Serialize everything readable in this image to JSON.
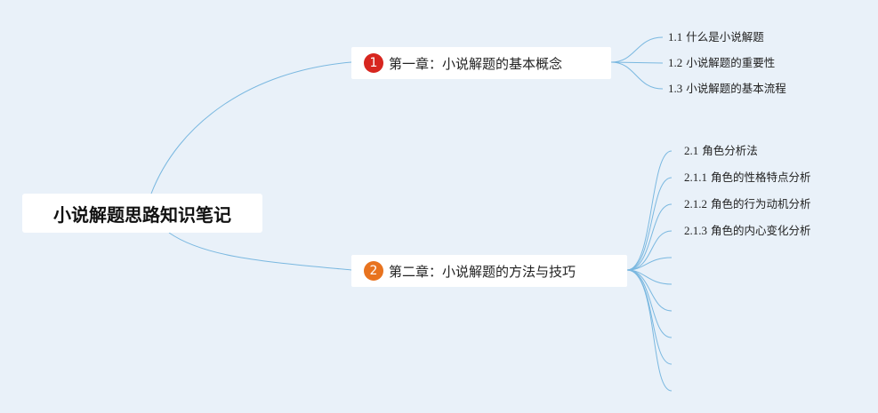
{
  "root": {
    "title": "小说解题思路知识笔记"
  },
  "colors": {
    "background": "#e9f1f9",
    "connector": "#7ab8e0",
    "badge_1": "#d7261f",
    "badge_2": "#e8731f"
  },
  "chapters": [
    {
      "number": "1",
      "title": "第一章：小说解题的基本概念",
      "children": [
        {
          "number": "1.1",
          "label": "什么是小说解题"
        },
        {
          "number": "1.2",
          "label": "小说解题的重要性"
        },
        {
          "number": "1.3",
          "label": "小说解题的基本流程"
        }
      ]
    },
    {
      "number": "2",
      "title": "第二章：小说解题的方法与技巧",
      "children": [
        {
          "number": "2.1",
          "label": "角色分析法"
        },
        {
          "number": "2.1.1",
          "label": "角色的性格特点分析"
        },
        {
          "number": "2.1.2",
          "label": "角色的行为动机分析"
        },
        {
          "number": "2.1.3",
          "label": "角色的内心变化分析"
        }
      ],
      "empty_branches": 6
    }
  ]
}
